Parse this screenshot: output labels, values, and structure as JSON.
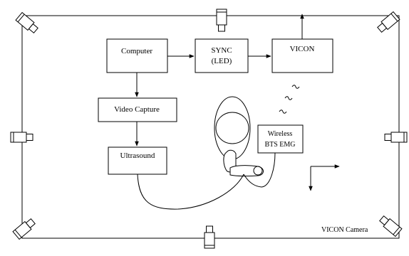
{
  "diagram": {
    "boxes": {
      "computer": "Computer",
      "sync_line1": "SYNC",
      "sync_line2": "(LED)",
      "vicon": "VICON",
      "video_capture": "Video Capture",
      "ultrasound": "Ultrasound",
      "emg_line1": "Wireless",
      "emg_line2": "BTS EMG"
    },
    "labels": {
      "vicon_camera": "VICON Camera"
    },
    "icons": {
      "camera": "vicon-camera-icon",
      "wireless": "wireless-signal-icon",
      "axes": "coordinate-axes-icon",
      "subject": "subject-figure-icon"
    }
  }
}
